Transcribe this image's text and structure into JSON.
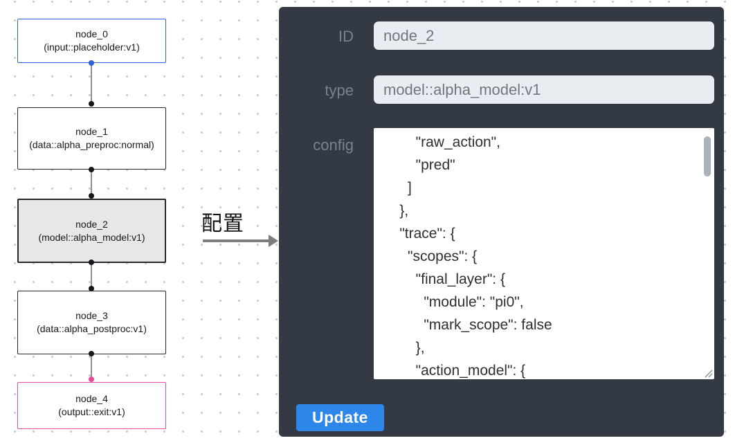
{
  "canvas": {
    "arrow_label": "配置"
  },
  "pipeline": {
    "nodes": [
      {
        "id": "node_0",
        "title": "node_0",
        "subtitle": "(input::placeholder:v1)",
        "variant": "input"
      },
      {
        "id": "node_1",
        "title": "node_1",
        "subtitle": "(data::alpha_preproc:normal)",
        "variant": "default"
      },
      {
        "id": "node_2",
        "title": "node_2",
        "subtitle": "(model::alpha_model:v1)",
        "variant": "selected"
      },
      {
        "id": "node_3",
        "title": "node_3",
        "subtitle": "(data::alpha_postproc:v1)",
        "variant": "default"
      },
      {
        "id": "node_4",
        "title": "node_4",
        "subtitle": "(output::exit:v1)",
        "variant": "output"
      }
    ]
  },
  "panel": {
    "fields": {
      "id": {
        "label": "ID",
        "value": "node_2"
      },
      "type": {
        "label": "type",
        "value": "model::alpha_model:v1"
      },
      "config": {
        "label": "config",
        "value": "        \"raw_action\",\n        \"pred\"\n      ]\n    },\n    \"trace\": {\n      \"scopes\": {\n        \"final_layer\": {\n          \"module\": \"pi0\",\n          \"mark_scope\": false\n        },\n        \"action_model\": {"
      }
    },
    "update_button": "Update"
  },
  "colors": {
    "node_default_border": "#23272e",
    "node_input_border": "#2e62d9",
    "node_output_border": "#ea4c9c",
    "node_selected_bg": "#e7e7e7",
    "panel_bg": "#333a44",
    "field_bg": "#e9edf2",
    "field_text": "#6e7781",
    "label_text": "#79828d",
    "accent_blue": "#2d87ea",
    "port_blue": "#2e62d9",
    "port_pink": "#ea4c9c",
    "port_black": "#16181c"
  }
}
